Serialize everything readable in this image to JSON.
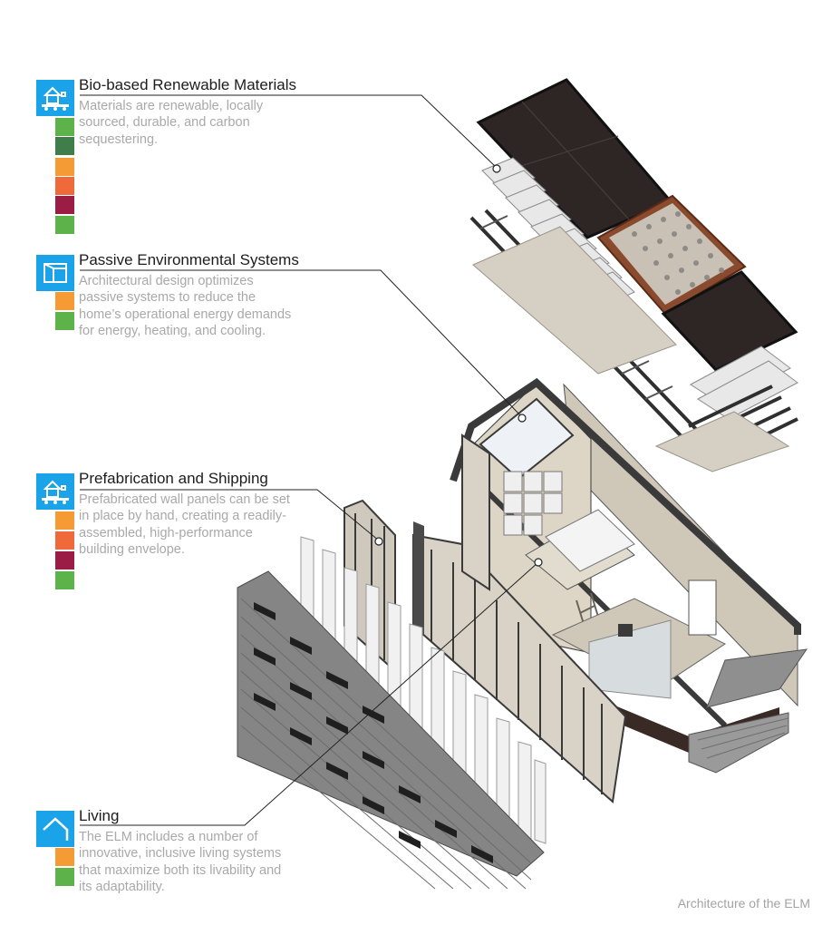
{
  "features": [
    {
      "title": "Bio-based Renewable Materials",
      "description": "Materials are renewable, locally sourced, durable, and carbon sequestering.",
      "icon": "house-on-truck-icon",
      "swatches": [
        "#5db249",
        "#3f7d4a",
        "#f59b36",
        "#f0693a",
        "#9b1d46",
        "#5db249"
      ]
    },
    {
      "title": "Passive Environmental Systems",
      "description": "Architectural design optimizes passive systems to reduce the home’s operational energy demands for energy, heating, and cooling.",
      "icon": "window-icon",
      "swatches": [
        "#f59b36",
        "#5db249"
      ]
    },
    {
      "title": "Prefabrication and Shipping",
      "description": "Prefabricated wall panels can be set in place by hand, creating a readily-assembled, high-performance building envelope.",
      "icon": "house-on-truck-icon",
      "swatches": [
        "#f59b36",
        "#f0693a",
        "#9b1d46",
        "#5db249"
      ]
    },
    {
      "title": "Living",
      "description": "The ELM includes a number of innovative, inclusive living systems that maximize both its livability and its adaptability.",
      "icon": "house-outline-icon",
      "swatches": [
        "#f59b36",
        "#5db249"
      ]
    }
  ],
  "caption": "Architecture of the ELM",
  "colors": {
    "icon_bg": "#1aa3e8",
    "panel_dark": "#2e2624",
    "wood": "#d8d2c6"
  }
}
